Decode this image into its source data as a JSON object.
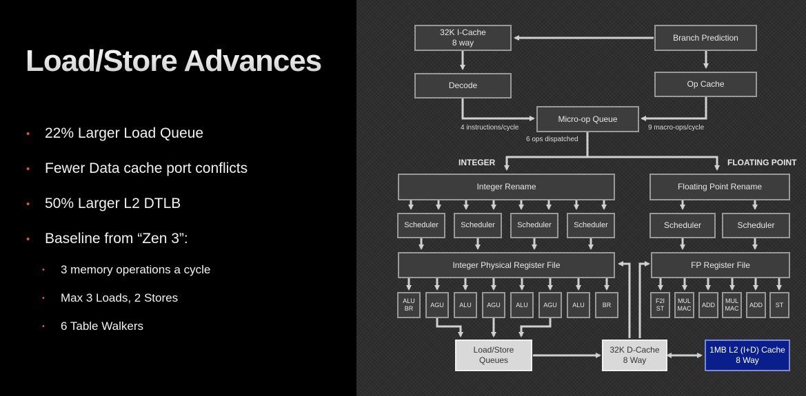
{
  "slide": {
    "title": "Load/Store Advances",
    "bullets": [
      "22% Larger Load Queue",
      "Fewer Data cache port conflicts",
      "50% Larger L2 DTLB",
      "Baseline from “Zen 3”:"
    ],
    "sub_bullets": [
      "3 memory operations a cycle",
      "Max 3 Loads, 2 Stores",
      "6 Table Walkers"
    ],
    "bullet_color": "#e2582a"
  },
  "diagram": {
    "icache": {
      "line1": "32K I-Cache",
      "line2": "8 way"
    },
    "branch_prediction": "Branch Prediction",
    "decode": "Decode",
    "op_cache": "Op Cache",
    "micro_op_queue": "Micro-op Queue",
    "label_4_instr": "4 instructions/cycle",
    "label_9_macro": "9 macro-ops/cycle",
    "label_6_ops": "6 ops dispatched",
    "integer_header": "INTEGER",
    "fp_header": "FLOATING POINT",
    "integer_rename": "Integer Rename",
    "fp_rename": "Floating Point Rename",
    "int_schedulers": [
      "Scheduler",
      "Scheduler",
      "Scheduler",
      "Scheduler"
    ],
    "fp_schedulers": [
      "Scheduler",
      "Scheduler"
    ],
    "int_prf": "Integer Physical Register File",
    "fp_rf": "FP Register File",
    "int_units": [
      {
        "line1": "ALU",
        "line2": "BR"
      },
      {
        "line1": "AGU",
        "line2": ""
      },
      {
        "line1": "ALU",
        "line2": ""
      },
      {
        "line1": "AGU",
        "line2": ""
      },
      {
        "line1": "ALU",
        "line2": ""
      },
      {
        "line1": "AGU",
        "line2": ""
      },
      {
        "line1": "ALU",
        "line2": ""
      },
      {
        "line1": "BR",
        "line2": ""
      }
    ],
    "fp_units": [
      {
        "line1": "F2I",
        "line2": "ST"
      },
      {
        "line1": "MUL",
        "line2": "MAC"
      },
      {
        "line1": "ADD",
        "line2": ""
      },
      {
        "line1": "MUL",
        "line2": "MAC"
      },
      {
        "line1": "ADD",
        "line2": ""
      },
      {
        "line1": "ST",
        "line2": ""
      }
    ],
    "load_store": {
      "line1": "Load/Store",
      "line2": "Queues"
    },
    "dcache": {
      "line1": "32K D-Cache",
      "line2": "8 Way"
    },
    "l2": {
      "line1": "1MB L2 (I+D) Cache",
      "line2": "8 Way"
    },
    "l2_color": "#0a1f8c"
  }
}
